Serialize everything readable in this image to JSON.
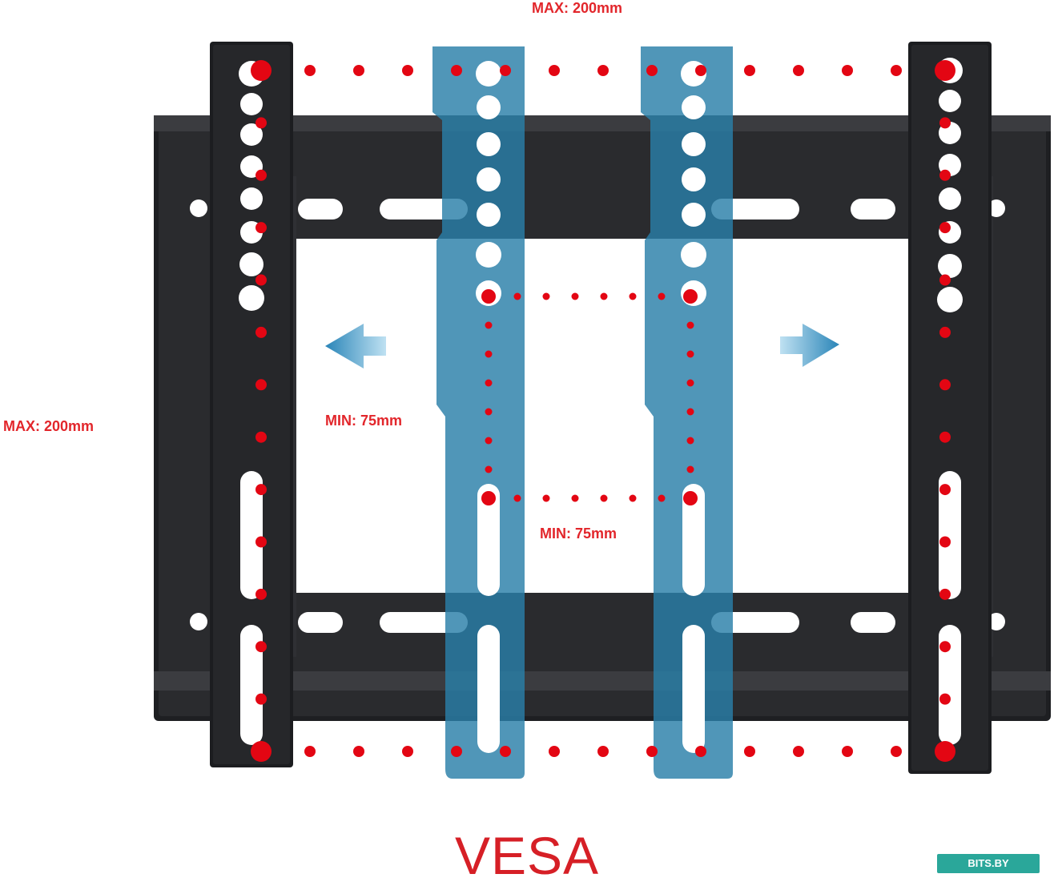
{
  "labels": {
    "max_horizontal": "MAX: 200mm",
    "max_vertical": "MAX: 200mm",
    "min_horizontal": "MIN: 75mm",
    "min_vertical": "MIN: 75mm",
    "standard": "VESA"
  },
  "watermark": {
    "text": "BITS.BY",
    "color": "#2aa79a"
  },
  "colors": {
    "dots": "#e30613",
    "frame": "#222326",
    "sliding_arms": "#2a7fa8",
    "arrows": "#2c86b8",
    "labels": "#e2262b"
  },
  "icons": [
    "arrow-left-icon",
    "arrow-right-icon"
  ]
}
